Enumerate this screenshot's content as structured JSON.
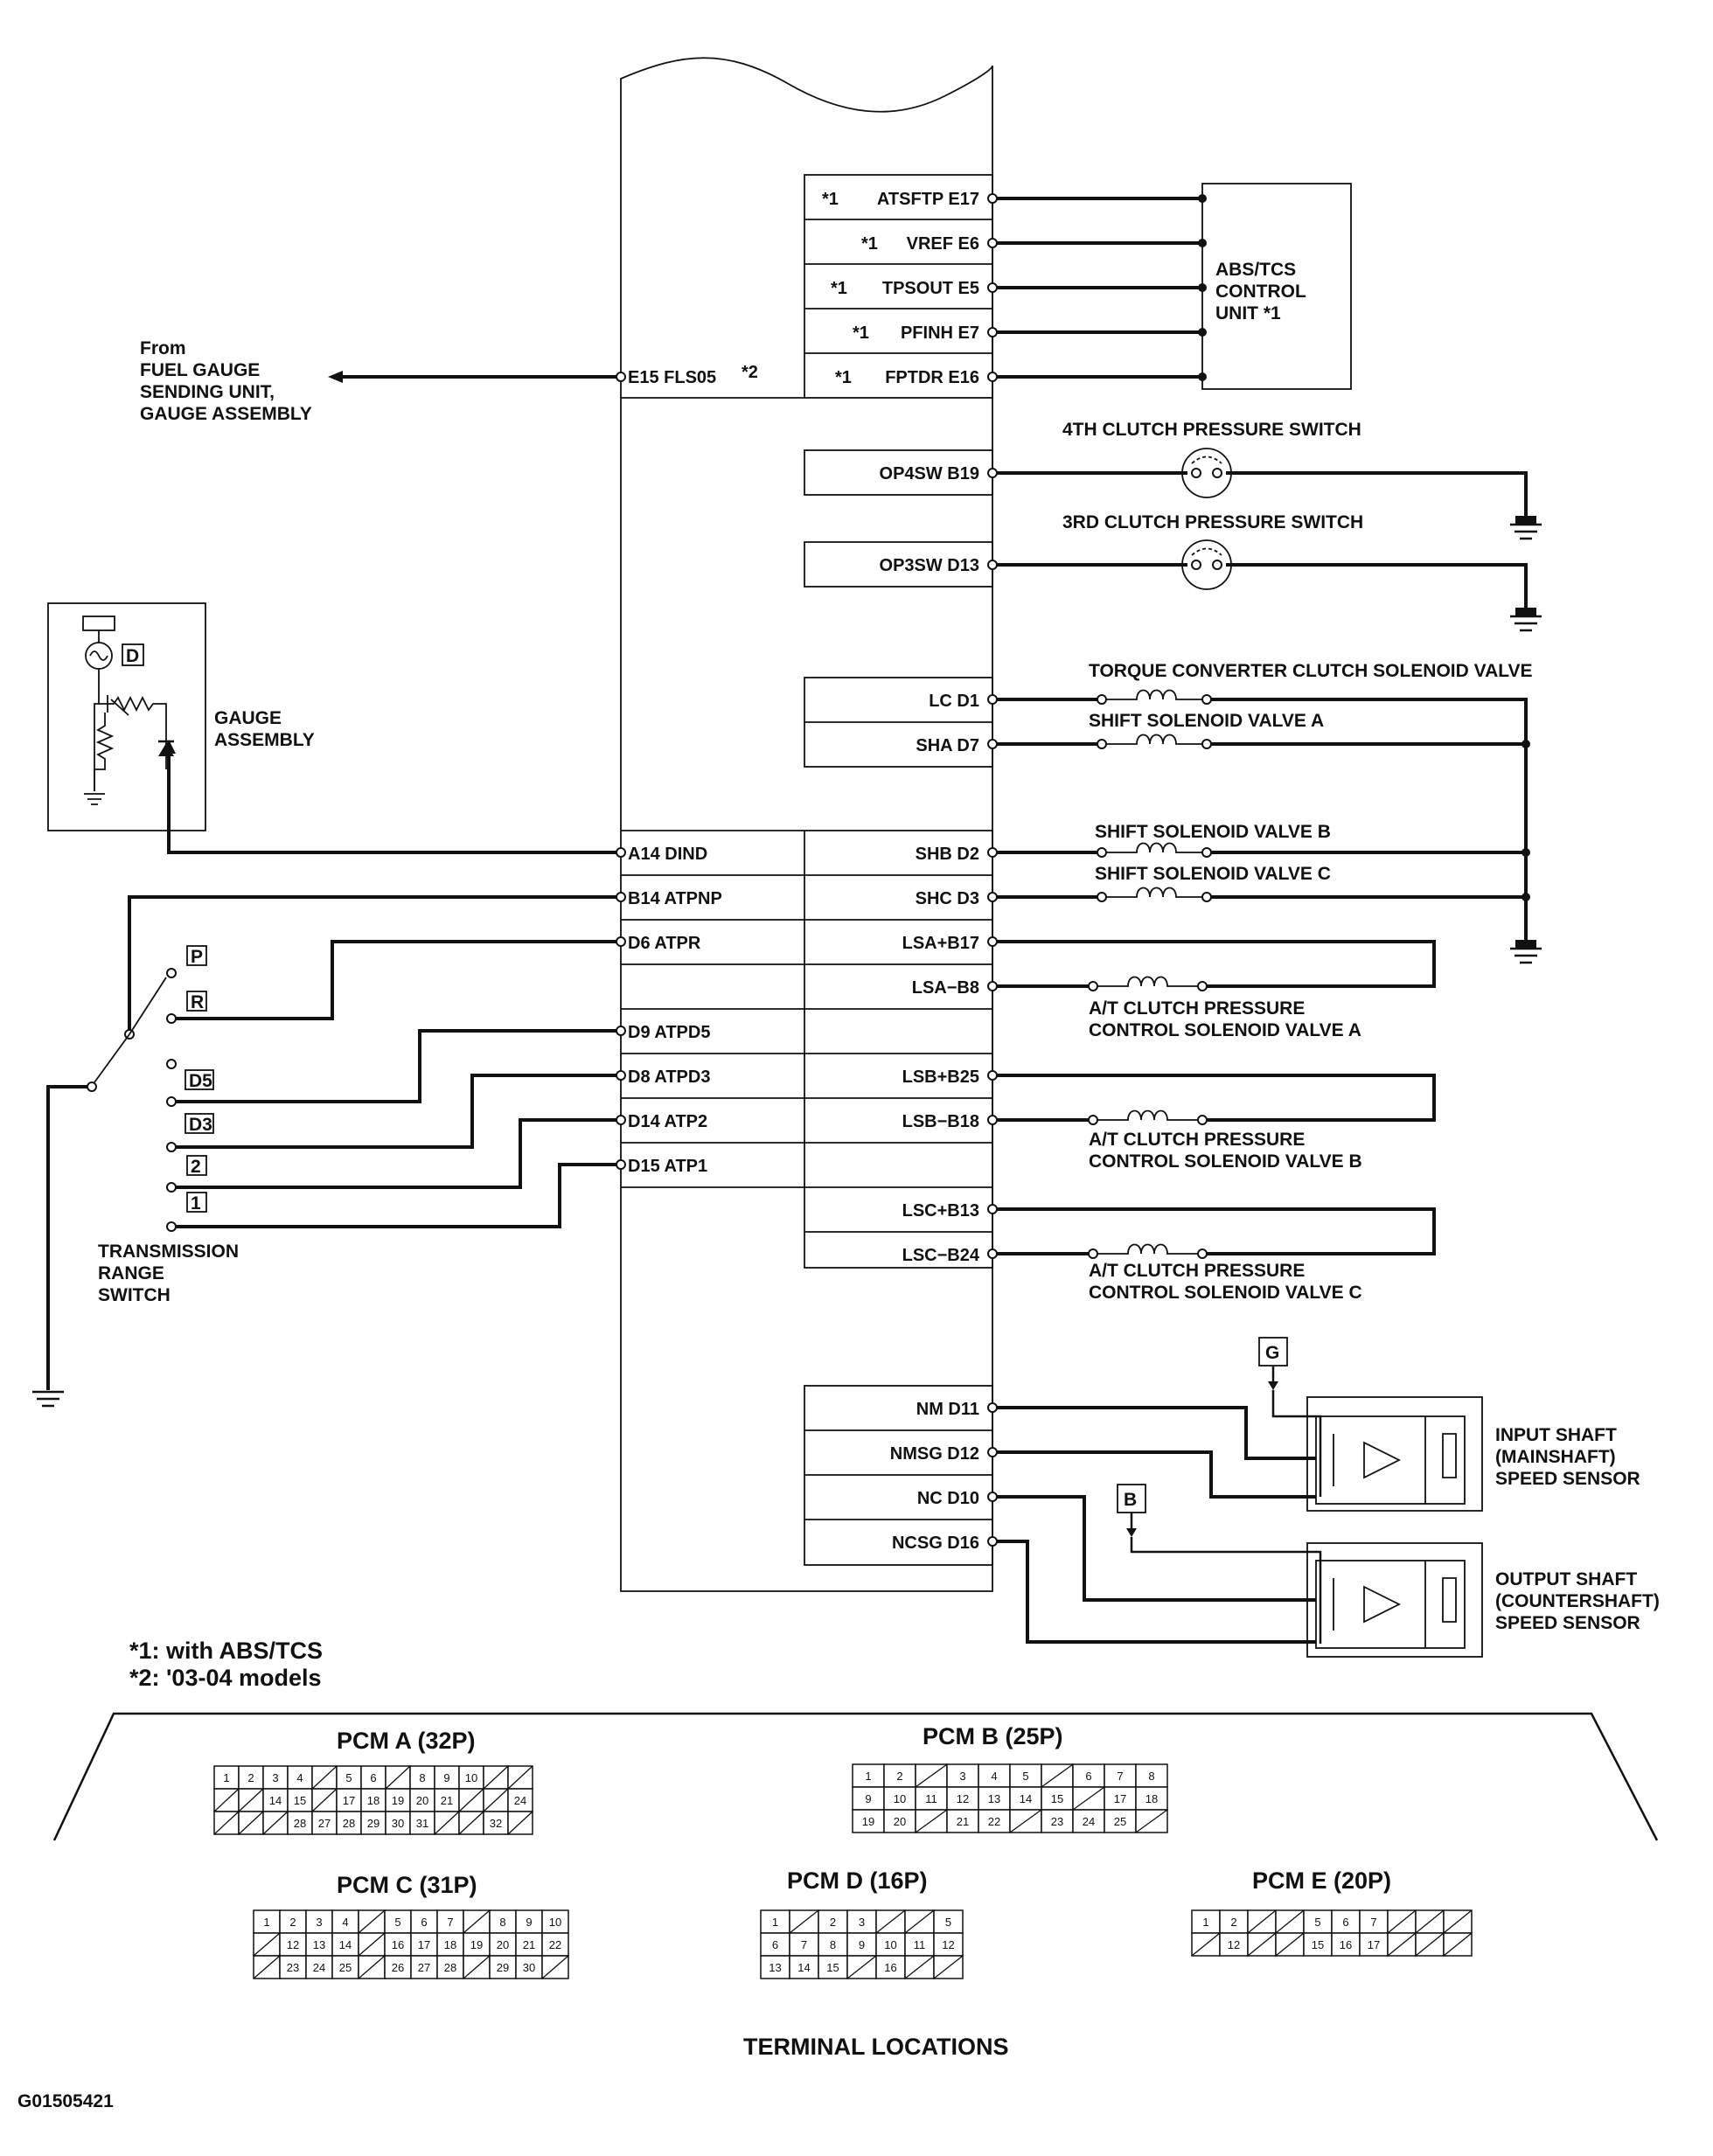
{
  "pcm_pins_right": [
    {
      "id": "atsftp",
      "label": "ATSFTP E17",
      "note": "*1"
    },
    {
      "id": "vref",
      "label": "VREF E6",
      "note": "*1"
    },
    {
      "id": "tpsout",
      "label": "TPSOUT E5",
      "note": "*1"
    },
    {
      "id": "pfinh",
      "label": "PFINH E7",
      "note": "*1"
    },
    {
      "id": "fptdr",
      "label": "FPTDR E16",
      "note": "*1"
    },
    {
      "id": "op4sw",
      "label": "OP4SW B19",
      "note": ""
    },
    {
      "id": "op3sw",
      "label": "OP3SW D13",
      "note": ""
    },
    {
      "id": "lc",
      "label": "LC D1",
      "note": ""
    },
    {
      "id": "sha",
      "label": "SHA D7",
      "note": ""
    },
    {
      "id": "shb",
      "label": "SHB D2",
      "note": ""
    },
    {
      "id": "shc",
      "label": "SHC D3",
      "note": ""
    },
    {
      "id": "lsap",
      "label": "LSA+B17",
      "note": ""
    },
    {
      "id": "lsam",
      "label": "LSA−B8",
      "note": ""
    },
    {
      "id": "lsbp",
      "label": "LSB+B25",
      "note": ""
    },
    {
      "id": "lsbm",
      "label": "LSB−B18",
      "note": ""
    },
    {
      "id": "lscp",
      "label": "LSC+B13",
      "note": ""
    },
    {
      "id": "lscm",
      "label": "LSC−B24",
      "note": ""
    },
    {
      "id": "nm",
      "label": "NM D11",
      "note": ""
    },
    {
      "id": "nmsg",
      "label": "NMSG D12",
      "note": ""
    },
    {
      "id": "nc",
      "label": "NC D10",
      "note": ""
    },
    {
      "id": "ncsg",
      "label": "NCSG D16",
      "note": ""
    }
  ],
  "pcm_pins_left": [
    {
      "id": "fls05",
      "label": "E15 FLS05",
      "note": "*2"
    },
    {
      "id": "dind",
      "label": "A14 DIND",
      "note": ""
    },
    {
      "id": "atpnp",
      "label": "B14 ATPNP",
      "note": ""
    },
    {
      "id": "atpr",
      "label": "D6 ATPR",
      "note": ""
    },
    {
      "id": "atpd5",
      "label": "D9 ATPD5",
      "note": ""
    },
    {
      "id": "atpd3",
      "label": "D8 ATPD3",
      "note": ""
    },
    {
      "id": "atp2",
      "label": "D14 ATP2",
      "note": ""
    },
    {
      "id": "atp1",
      "label": "D15 ATP1",
      "note": ""
    }
  ],
  "components": {
    "abs_tcs": [
      "ABS/TCS",
      "CONTROL",
      "UNIT *1"
    ],
    "from_fuel": [
      "From",
      "FUEL GAUGE",
      "SENDING UNIT,",
      "GAUGE ASSEMBLY"
    ],
    "gauge_assembly": [
      "GAUGE",
      "ASSEMBLY"
    ],
    "gauge_d_tag": "D",
    "clutch_4th": "4TH CLUTCH PRESSURE SWITCH",
    "clutch_3rd": "3RD CLUTCH PRESSURE SWITCH",
    "tcc_solenoid": "TORQUE CONVERTER CLUTCH SOLENOID VALVE",
    "shift_a": "SHIFT SOLENOID VALVE A",
    "shift_b": "SHIFT SOLENOID VALVE B",
    "shift_c": "SHIFT SOLENOID VALVE C",
    "atc_a": [
      "A/T CLUTCH PRESSURE",
      "CONTROL SOLENOID VALVE A"
    ],
    "atc_b": [
      "A/T CLUTCH PRESSURE",
      "CONTROL SOLENOID VALVE B"
    ],
    "atc_c": [
      "A/T CLUTCH PRESSURE",
      "CONTROL SOLENOID VALVE C"
    ],
    "range_switch": [
      "TRANSMISSION",
      "RANGE",
      "SWITCH"
    ],
    "range_positions": [
      "P",
      "R",
      "D5",
      "D3",
      "2",
      "1"
    ],
    "input_sensor": [
      "INPUT SHAFT",
      "(MAINSHAFT)",
      "SPEED SENSOR"
    ],
    "output_sensor": [
      "OUTPUT SHAFT",
      "(COUNTERSHAFT)",
      "SPEED SENSOR"
    ],
    "tag_g": "G",
    "tag_b": "B"
  },
  "footnotes": [
    "*1: with ABS/TCS",
    "*2: '03-04 models"
  ],
  "connectors": {
    "pcm_a": {
      "title": "PCM A (32P)",
      "rows": [
        [
          "1",
          "2",
          "3",
          "4",
          "",
          "5",
          "6",
          "",
          "8",
          "9",
          "10",
          "",
          ""
        ],
        [
          "",
          "",
          "14",
          "15",
          "",
          "17",
          "18",
          "19",
          "20",
          "21",
          "",
          "",
          "24"
        ],
        [
          "",
          "",
          "",
          "28",
          "27",
          "28",
          "29",
          "30",
          "31",
          "",
          "",
          "32",
          ""
        ]
      ]
    },
    "pcm_b": {
      "title": "PCM B (25P)",
      "rows": [
        [
          "1",
          "2",
          "",
          "3",
          "4",
          "5",
          "",
          "6",
          "7",
          "8"
        ],
        [
          "9",
          "10",
          "11",
          "12",
          "13",
          "14",
          "15",
          "",
          "17",
          "18"
        ],
        [
          "19",
          "20",
          "",
          "21",
          "22",
          "",
          "23",
          "24",
          "25",
          ""
        ]
      ]
    },
    "pcm_c": {
      "title": "PCM C (31P)",
      "rows": [
        [
          "1",
          "2",
          "3",
          "4",
          "",
          "5",
          "6",
          "7",
          "",
          "8",
          "9",
          "10"
        ],
        [
          "",
          "12",
          "13",
          "14",
          "",
          "16",
          "17",
          "18",
          "19",
          "20",
          "21",
          "22"
        ],
        [
          "",
          "23",
          "24",
          "25",
          "",
          "26",
          "27",
          "28",
          "",
          "29",
          "30",
          ""
        ]
      ]
    },
    "pcm_d": {
      "title": "PCM D (16P)",
      "rows": [
        [
          "1",
          "",
          "2",
          "3",
          "",
          "",
          "5"
        ],
        [
          "6",
          "7",
          "8",
          "9",
          "10",
          "11",
          "12"
        ],
        [
          "13",
          "14",
          "15",
          "",
          "16",
          "",
          ""
        ]
      ]
    },
    "pcm_e": {
      "title": "PCM E (20P)",
      "rows": [
        [
          "1",
          "2",
          "",
          "",
          "5",
          "6",
          "7",
          "",
          "",
          ""
        ],
        [
          "",
          "12",
          "",
          "",
          "15",
          "16",
          "17",
          "",
          "",
          ""
        ]
      ]
    }
  },
  "terminal_locations": "TERMINAL LOCATIONS",
  "figure_code": "G01505421"
}
